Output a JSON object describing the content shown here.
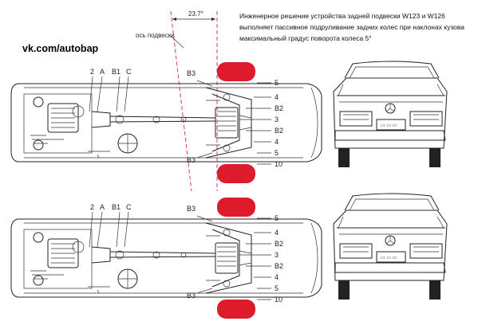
{
  "caption": {
    "line1": "Инженерное решение устройства задней подвески W123 и  W126",
    "line2": "выполняет пассивное подруливание задних колес при наклонах кузова",
    "line3": "максимальный градус поворота колеса 5°"
  },
  "watermark": "vk.com/autobap",
  "angle_label": "23.7°",
  "axis_label": "ось подвески",
  "labels_front": [
    "2",
    "A",
    "B1",
    "C"
  ],
  "labels_right": [
    "5",
    "4",
    "B2",
    "3",
    "B2",
    "4",
    "5"
  ],
  "label_b3": "B3",
  "label_10": "10",
  "plate": "▭ ▭ ▭",
  "colors": {
    "highlight": "#dd1b2c",
    "axis_dash": "#d0405f",
    "ink": "#222222"
  }
}
